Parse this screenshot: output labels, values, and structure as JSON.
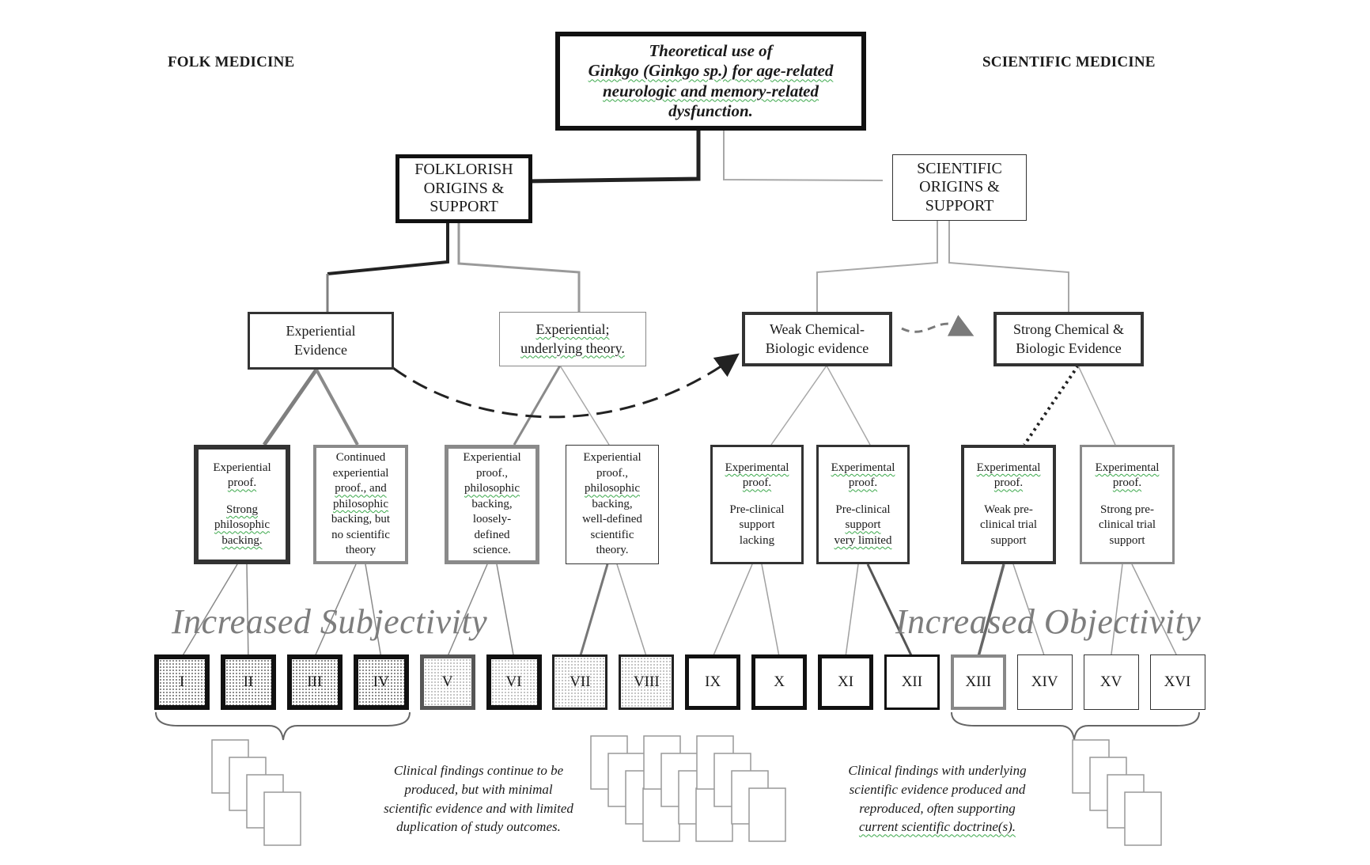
{
  "headings": {
    "left": "FOLK MEDICINE",
    "right": "SCIENTIFIC MEDICINE"
  },
  "root": {
    "lines": [
      "Theoretical use of",
      "Ginkgo (Ginkgo sp.) for age-related",
      "neurologic and memory-related",
      "dysfunction."
    ]
  },
  "branches": {
    "folk": {
      "lines": [
        "FOLKLORISH",
        "ORIGINS &",
        "SUPPORT"
      ]
    },
    "scientific": {
      "lines": [
        "SCIENTIFIC",
        "ORIGINS &",
        "SUPPORT"
      ]
    }
  },
  "level2": [
    {
      "id": "experiential-evidence",
      "lines": [
        "Experiential",
        "Evidence"
      ]
    },
    {
      "id": "experiential-theory",
      "lines": [
        "Experiential;",
        "underlying theory."
      ]
    },
    {
      "id": "weak-chem-bio",
      "lines": [
        "Weak Chemical-",
        "Biologic evidence"
      ]
    },
    {
      "id": "strong-chem-bio",
      "lines": [
        "Strong Chemical &",
        "Biologic Evidence"
      ]
    }
  ],
  "level3": [
    {
      "top": [
        "Experiential",
        "proof."
      ],
      "bottom": [
        "Strong",
        "philosophic",
        "backing."
      ]
    },
    {
      "top": [
        "Continued",
        "experiential",
        "proof., and",
        "philosophic",
        "backing, but",
        "no scientific",
        "theory"
      ],
      "bottom": []
    },
    {
      "top": [
        "Experiential",
        "proof.,",
        "philosophic",
        "backing,",
        "loosely-",
        "defined",
        "science."
      ],
      "bottom": []
    },
    {
      "top": [
        "Experiential",
        "proof.,",
        "philosophic",
        "backing,",
        "well-defined",
        "scientific",
        "theory."
      ],
      "bottom": []
    },
    {
      "top": [
        "Experimental",
        "proof."
      ],
      "bottom": [
        "Pre-clinical",
        "support",
        "lacking"
      ]
    },
    {
      "top": [
        "Experimental",
        "proof."
      ],
      "bottom": [
        "Pre-clinical",
        "support",
        "very limited"
      ]
    },
    {
      "top": [
        "Experimental",
        "proof."
      ],
      "bottom": [
        "Weak pre-",
        "clinical trial",
        "support"
      ]
    },
    {
      "top": [
        "Experimental",
        "proof."
      ],
      "bottom": [
        "Strong pre-",
        "clinical trial",
        "support"
      ]
    }
  ],
  "leaves": [
    "I",
    "II",
    "III",
    "IV",
    "V",
    "VI",
    "VII",
    "VIII",
    "IX",
    "X",
    "XI",
    "XII",
    "XIII",
    "XIV",
    "XV",
    "XVI"
  ],
  "axis_labels": {
    "left": "Increased Subjectivity",
    "right": "Increased Objectivity"
  },
  "captions": {
    "left": [
      "Clinical findings continue to be",
      "produced, but with minimal",
      "scientific evidence and with limited",
      "duplication of study outcomes."
    ],
    "right": [
      "Clinical findings with underlying",
      "scientific evidence produced and",
      "reproduced, often supporting",
      "current scientific doctrine(s)."
    ]
  },
  "colors": {
    "dark": "#1a1a1a",
    "mid": "#7f7f7f",
    "light": "#a8a8a8",
    "spellcheck": "#3aa84a"
  }
}
